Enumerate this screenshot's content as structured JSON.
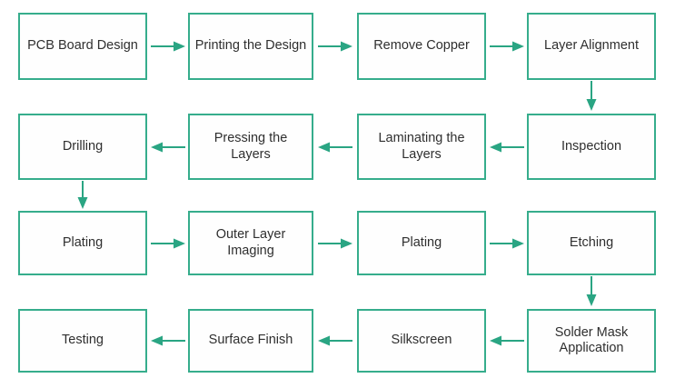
{
  "colors": {
    "accent": "#36ad8c",
    "arrow": "#2aa583",
    "text": "#2f2f2f",
    "background": "#ffffff"
  },
  "process": {
    "steps": [
      "PCB Board Design",
      "Printing the Design",
      "Remove Copper",
      "Layer Alignment",
      "Inspection",
      "Laminating the Layers",
      "Pressing the Layers",
      "Drilling",
      "Plating",
      "Outer Layer Imaging",
      "Plating",
      "Etching",
      "Solder Mask Application",
      "Silkscreen",
      "Surface Finish",
      "Testing"
    ],
    "connections": [
      {
        "from": 0,
        "to": 1,
        "direction": "right"
      },
      {
        "from": 1,
        "to": 2,
        "direction": "right"
      },
      {
        "from": 2,
        "to": 3,
        "direction": "right"
      },
      {
        "from": 3,
        "to": 4,
        "direction": "down"
      },
      {
        "from": 4,
        "to": 5,
        "direction": "left"
      },
      {
        "from": 5,
        "to": 6,
        "direction": "left"
      },
      {
        "from": 6,
        "to": 7,
        "direction": "left"
      },
      {
        "from": 7,
        "to": 8,
        "direction": "down"
      },
      {
        "from": 8,
        "to": 9,
        "direction": "right"
      },
      {
        "from": 9,
        "to": 10,
        "direction": "right"
      },
      {
        "from": 10,
        "to": 11,
        "direction": "right"
      },
      {
        "from": 11,
        "to": 12,
        "direction": "down"
      },
      {
        "from": 12,
        "to": 13,
        "direction": "left"
      },
      {
        "from": 13,
        "to": 14,
        "direction": "left"
      },
      {
        "from": 14,
        "to": 15,
        "direction": "left"
      }
    ],
    "layout": {
      "grid": "4x4",
      "flow": "serpentine"
    }
  }
}
